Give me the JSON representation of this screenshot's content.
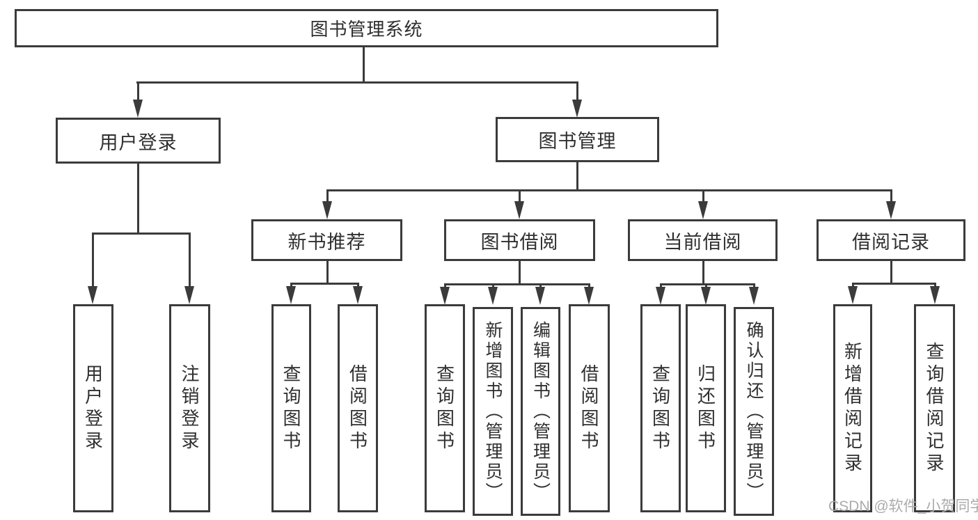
{
  "tree": {
    "root": {
      "label": "图书管理系统",
      "children": [
        {
          "label": "用户登录",
          "children": [
            {
              "label": "用户登录"
            },
            {
              "label": "注销登录"
            }
          ]
        },
        {
          "label": "图书管理",
          "children": [
            {
              "label": "新书推荐",
              "children": [
                {
                  "label": "查询图书"
                },
                {
                  "label": "借阅图书"
                }
              ]
            },
            {
              "label": "图书借阅",
              "children": [
                {
                  "label": "查询图书"
                },
                {
                  "label": "新增图书（管理员）"
                },
                {
                  "label": "编辑图书（管理员）"
                },
                {
                  "label": "借阅图书"
                }
              ]
            },
            {
              "label": "当前借阅",
              "children": [
                {
                  "label": "查询图书"
                },
                {
                  "label": "归还图书"
                },
                {
                  "label": "确认归还（管理员）"
                }
              ]
            },
            {
              "label": "借阅记录",
              "children": [
                {
                  "label": "新增借阅记录"
                },
                {
                  "label": "查询借阅记录"
                }
              ]
            }
          ]
        }
      ]
    }
  },
  "watermark": {
    "text": "CSDN @软件_小贺同学"
  },
  "colors": {
    "line": "#3b3b3b",
    "text": "#2f2f2f",
    "watermark": "#ababab",
    "background": "#ffffff"
  }
}
